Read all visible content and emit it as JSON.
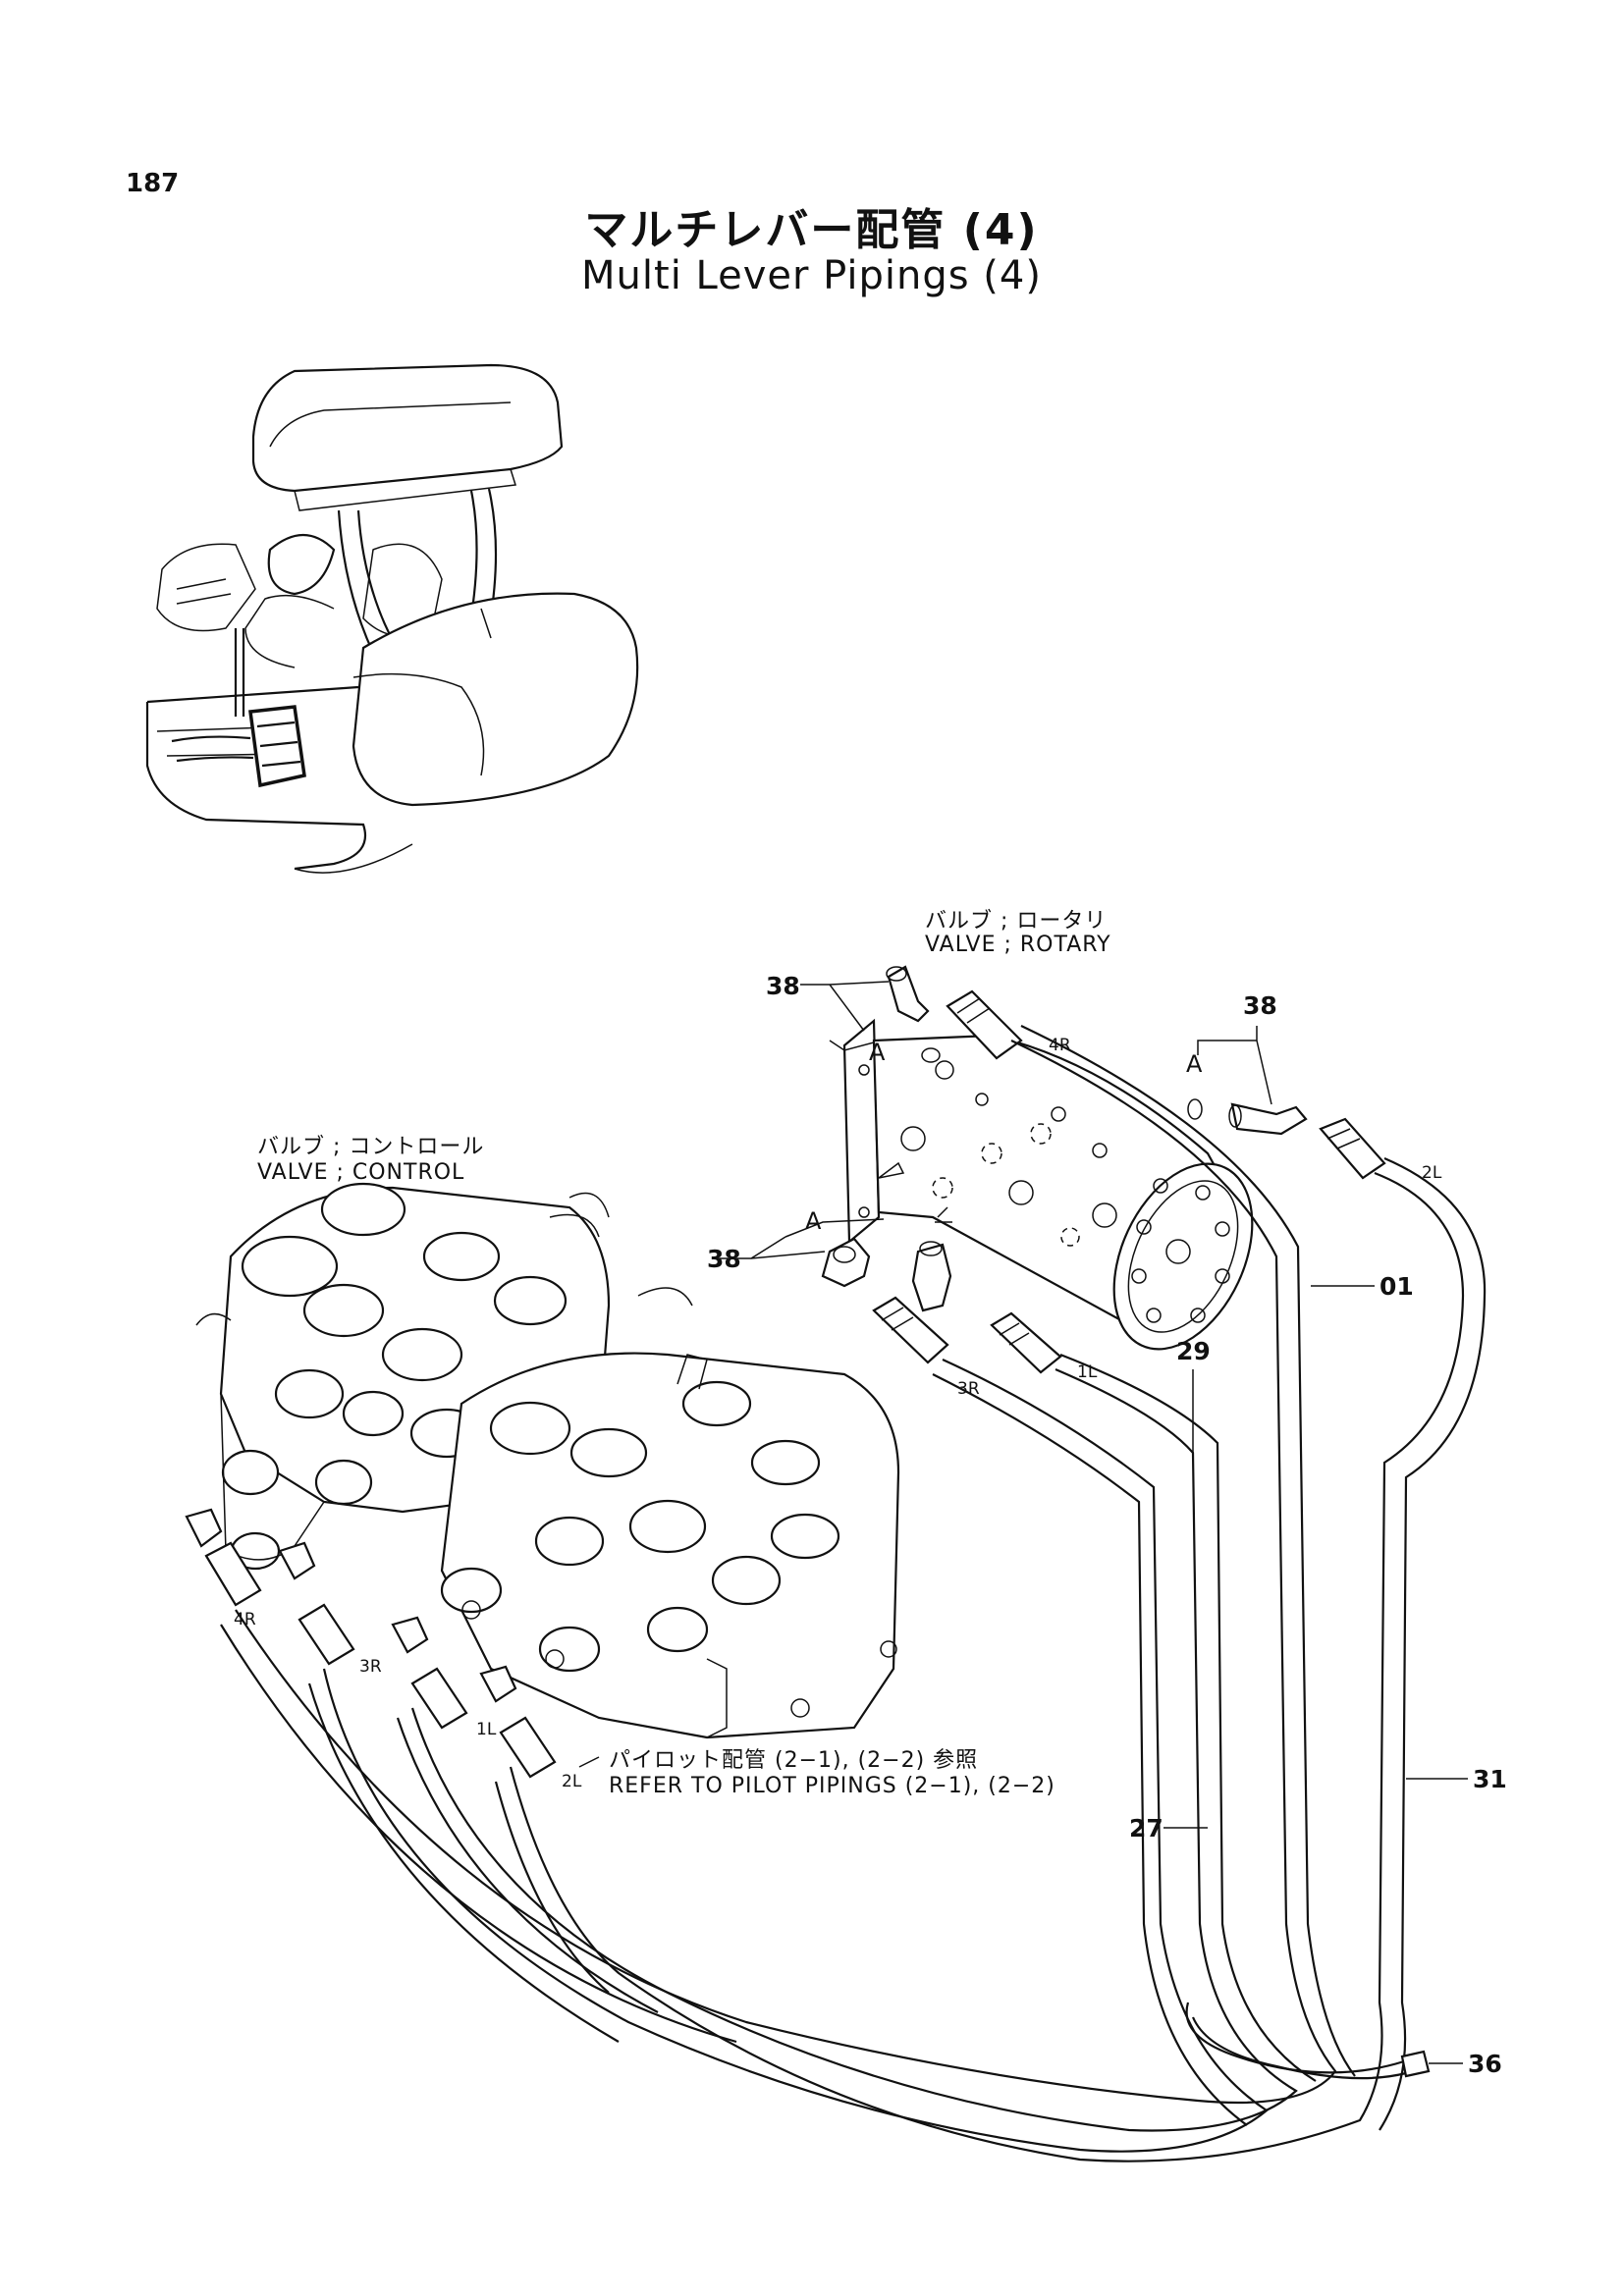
{
  "page_number": "187",
  "title_jp": "マルチレバー配管 (4)",
  "title_en": "Multi Lever Pipings (4)",
  "labels": {
    "valve_rotary_jp": "バルブ ; ロータリ",
    "valve_rotary_en": "VALVE ; ROTARY",
    "valve_control_jp": "バルブ ; コントロール",
    "valve_control_en": "VALVE ; CONTROL",
    "refer_jp": "パイロット配管 (2−1), (2−2) 参照",
    "refer_en": "REFER TO PILOT PIPINGS (2−1), (2−2)"
  },
  "part_numbers": {
    "p38_top_left": "38",
    "p38_top_right": "38",
    "p38_left": "38",
    "p01": "01",
    "p29": "29",
    "p27": "27",
    "p31": "31",
    "p36": "36"
  },
  "section_marks": {
    "a_top_left": "A",
    "a_top_right": "A",
    "a_left": "A"
  },
  "port_labels": {
    "rotary_4r": "4R",
    "rotary_2l": "2L",
    "rotary_1l": "1L",
    "rotary_3r": "3R",
    "control_4r": "4R",
    "control_3r": "3R",
    "control_1l": "1L",
    "control_2l": "2L"
  }
}
